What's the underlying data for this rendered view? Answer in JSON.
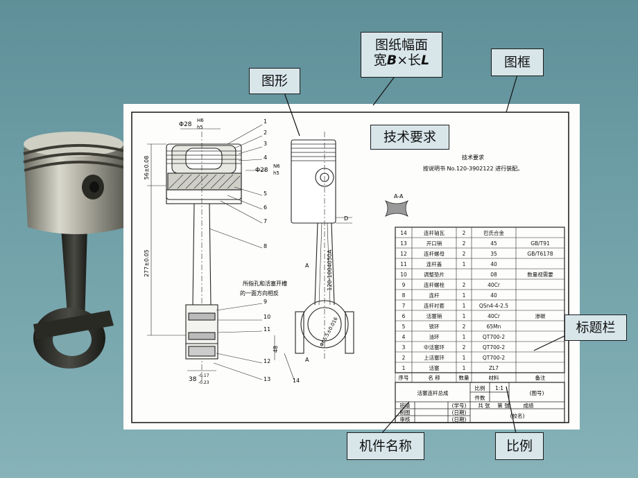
{
  "callouts": {
    "paper_line1": "图纸幅面",
    "paper_line2_a": "宽",
    "paper_line2_b": "B",
    "paper_line2_c": "×长",
    "paper_line2_d": "L",
    "frame": "图框",
    "figure": "图形",
    "tech_req": "技术要求",
    "title_block": "标题栏",
    "part_name": "机件名称",
    "scale": "比例"
  },
  "drawing": {
    "tech_req_title": "技术要求",
    "tech_req_text": "按说明书 No.120-3902122 进行装配。",
    "section_label": "A-A",
    "dim_phi28_h6": "Φ28",
    "dim_h6_top": "H6",
    "dim_h6_bot": "h5",
    "dim_phi28_n6": "Φ28",
    "dim_n6_top": "N6",
    "dim_n6_bot": "h5",
    "dim_56": "56±0.08",
    "dim_277": "277±0.05",
    "dim_48": "48",
    "dim_38": "38",
    "dim_38_tol_top": "-0.17",
    "dim_38_tol_bot": "-0.23",
    "dim_d": "D",
    "dim_phi65": "Φ65.5±0.016",
    "part_no": "120-1004050A",
    "section_a_top": "A",
    "section_a_bot": "A",
    "note_line1": "所指孔和活塞开槽",
    "note_line2": "的一面方向相反",
    "balloons": [
      "1",
      "2",
      "3",
      "4",
      "5",
      "6",
      "7",
      "8",
      "9",
      "10",
      "11",
      "12",
      "13",
      "14"
    ]
  },
  "bom": {
    "rows": [
      [
        "14",
        "连杆轴瓦",
        "2",
        "巴氏合金",
        ""
      ],
      [
        "13",
        "开口销",
        "2",
        "45",
        "GB/T91"
      ],
      [
        "12",
        "连杆螺母",
        "2",
        "35",
        "GB/T6178"
      ],
      [
        "11",
        "连杆盖",
        "1",
        "40",
        ""
      ],
      [
        "10",
        "调整垫片",
        "",
        "08",
        "数量视需要"
      ],
      [
        "9",
        "连杆螺栓",
        "2",
        "40Cr",
        ""
      ],
      [
        "8",
        "连杆",
        "1",
        "40",
        ""
      ],
      [
        "7",
        "连杆衬套",
        "1",
        "QSn4-4-2.5",
        ""
      ],
      [
        "6",
        "活塞销",
        "1",
        "40Cr",
        "渗碳"
      ],
      [
        "5",
        "锁环",
        "2",
        "65Mn",
        ""
      ],
      [
        "4",
        "油环",
        "1",
        "QT700-2",
        ""
      ],
      [
        "3",
        "中活塞环",
        "2",
        "QT700-2",
        ""
      ],
      [
        "2",
        "上活塞环",
        "1",
        "QT700-2",
        ""
      ],
      [
        "1",
        "活塞",
        "1",
        "ZL7",
        ""
      ]
    ],
    "header": [
      "序号",
      "名 称",
      "数量",
      "材料",
      "备注"
    ]
  },
  "title_block": {
    "name": "活塞连杆总成",
    "scale_label": "比例",
    "scale_value": "1:1",
    "count_label": "件数",
    "drawing_no": "(图号)",
    "sheets_total": "共 张",
    "sheet_no": "第 张",
    "row1_label": "班级",
    "row1_paren": "(学号)",
    "row2_label": "制图",
    "row2_paren": "(日期)",
    "row3_label": "审核",
    "row3_paren": "(日期)",
    "school": "(校名)",
    "grade_label": "成绩"
  }
}
